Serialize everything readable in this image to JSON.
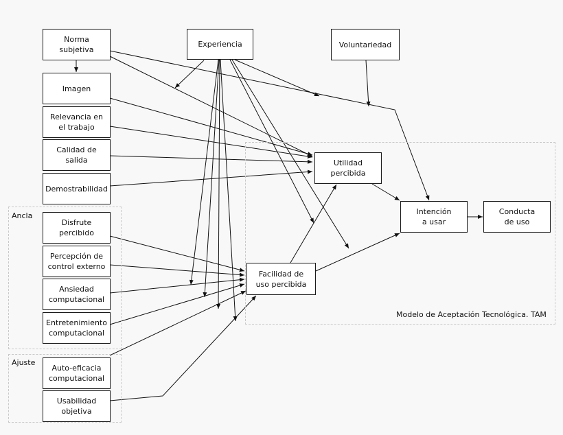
{
  "diagram": {
    "groups": {
      "ancla": "Ancla",
      "ajuste": "Ajuste",
      "tam": "Modelo de Aceptación Tecnológica. TAM"
    },
    "nodes": {
      "norma": "Norma\nsubjetiva",
      "experiencia": "Experiencia",
      "voluntariedad": "Voluntariedad",
      "imagen": "Imagen",
      "relevancia": "Relevancia en\nel trabajo",
      "calidad": "Calidad de\nsalida",
      "demostrabilidad": "Demostrabilidad",
      "utilidad": "Utilidad\npercibida",
      "intencion": "Intención\na usar",
      "conducta": "Conducta\nde uso",
      "disfrute": "Disfrute\npercibido",
      "percepcion": "Percepción de\ncontrol externo",
      "ansiedad": "Ansiedad\ncomputacional",
      "entretenimiento": "Entretenimiento\ncomputacional",
      "facilidad": "Facilidad de\nuso percibida",
      "autoeficacia": "Auto-eficacia\ncomputacional",
      "usabilidad": "Usabilidad\nobjetiva"
    }
  }
}
